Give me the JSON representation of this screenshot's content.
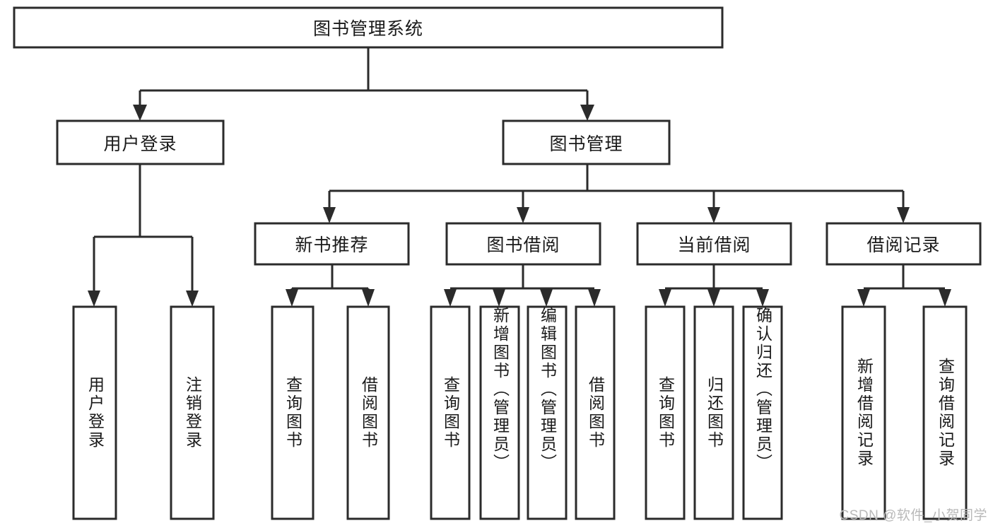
{
  "diagram": {
    "type": "tree",
    "title": "图书管理系统",
    "watermark": "CSDN @软件_小贺同学",
    "colors": {
      "box_stroke": "#2b2b2b",
      "box_fill": "#ffffff",
      "text": "#1a1a1a",
      "background": "#ffffff",
      "watermark": "#b9b9b9"
    },
    "nodes": {
      "root": {
        "label": "图书管理系统",
        "orientation": "horizontal",
        "level": 0
      },
      "l1_0": {
        "label": "用户登录",
        "orientation": "horizontal",
        "level": 1
      },
      "l1_1": {
        "label": "图书管理",
        "orientation": "horizontal",
        "level": 1
      },
      "l2_0": {
        "label": "新书推荐",
        "orientation": "horizontal",
        "level": 2
      },
      "l2_1": {
        "label": "图书借阅",
        "orientation": "horizontal",
        "level": 2
      },
      "l2_2": {
        "label": "当前借阅",
        "orientation": "horizontal",
        "level": 2
      },
      "l2_3": {
        "label": "借阅记录",
        "orientation": "horizontal",
        "level": 2
      },
      "leaf_0": {
        "label": "用户登录",
        "orientation": "vertical",
        "level": 3
      },
      "leaf_1": {
        "label": "注销登录",
        "orientation": "vertical",
        "level": 3
      },
      "leaf_2": {
        "label": "查询图书",
        "orientation": "vertical",
        "level": 3
      },
      "leaf_3": {
        "label": "借阅图书",
        "orientation": "vertical",
        "level": 3
      },
      "leaf_4": {
        "label": "查询图书",
        "orientation": "vertical",
        "level": 3
      },
      "leaf_5": {
        "label": "新增图书（管理员）",
        "orientation": "vertical",
        "level": 3
      },
      "leaf_6": {
        "label": "编辑图书（管理员）",
        "orientation": "vertical",
        "level": 3
      },
      "leaf_7": {
        "label": "借阅图书",
        "orientation": "vertical",
        "level": 3
      },
      "leaf_8": {
        "label": "查询图书",
        "orientation": "vertical",
        "level": 3
      },
      "leaf_9": {
        "label": "归还图书",
        "orientation": "vertical",
        "level": 3
      },
      "leaf_10": {
        "label": "确认归还（管理员）",
        "orientation": "vertical",
        "level": 3
      },
      "leaf_11": {
        "label": "新增借阅记录",
        "orientation": "vertical",
        "level": 3
      },
      "leaf_12": {
        "label": "查询借阅记录",
        "orientation": "vertical",
        "level": 3
      }
    },
    "hierarchy": [
      {
        "parent": "root",
        "children": [
          "l1_0",
          "l1_1"
        ]
      },
      {
        "parent": "l1_0",
        "children": [
          "leaf_0",
          "leaf_1"
        ]
      },
      {
        "parent": "l1_1",
        "children": [
          "l2_0",
          "l2_1",
          "l2_2",
          "l2_3"
        ]
      },
      {
        "parent": "l2_0",
        "children": [
          "leaf_2",
          "leaf_3"
        ]
      },
      {
        "parent": "l2_1",
        "children": [
          "leaf_4",
          "leaf_5",
          "leaf_6",
          "leaf_7"
        ]
      },
      {
        "parent": "l2_2",
        "children": [
          "leaf_8",
          "leaf_9",
          "leaf_10"
        ]
      },
      {
        "parent": "l2_3",
        "children": [
          "leaf_11",
          "leaf_12"
        ]
      }
    ]
  }
}
